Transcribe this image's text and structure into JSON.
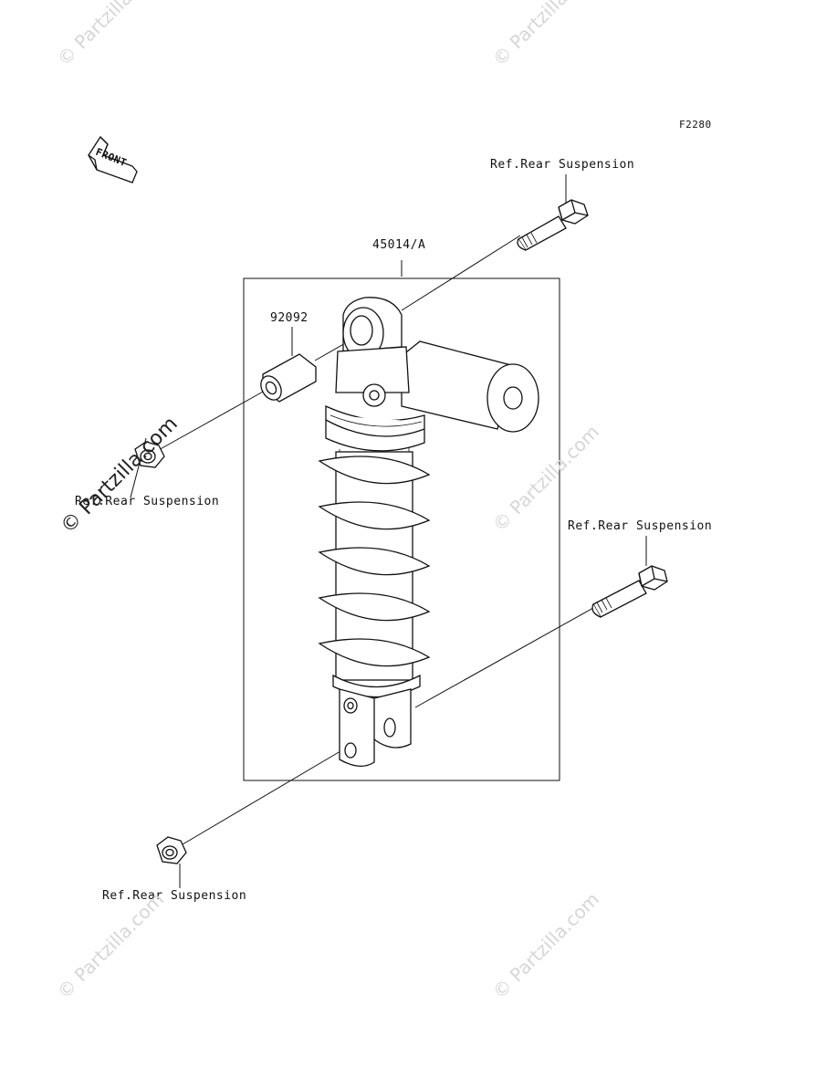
{
  "diagram": {
    "code": "F2280",
    "front_label": "FRONT",
    "parts": {
      "shock_absorber": "45014/A",
      "collar": "92092"
    },
    "references": {
      "top_bolt": "Ref.Rear Suspension",
      "top_nut": "Ref.Rear Suspension",
      "bottom_bolt": "Ref.Rear Suspension",
      "bottom_nut": "Ref.Rear Suspension"
    }
  },
  "watermark": {
    "text": "© Partzilla.com"
  }
}
